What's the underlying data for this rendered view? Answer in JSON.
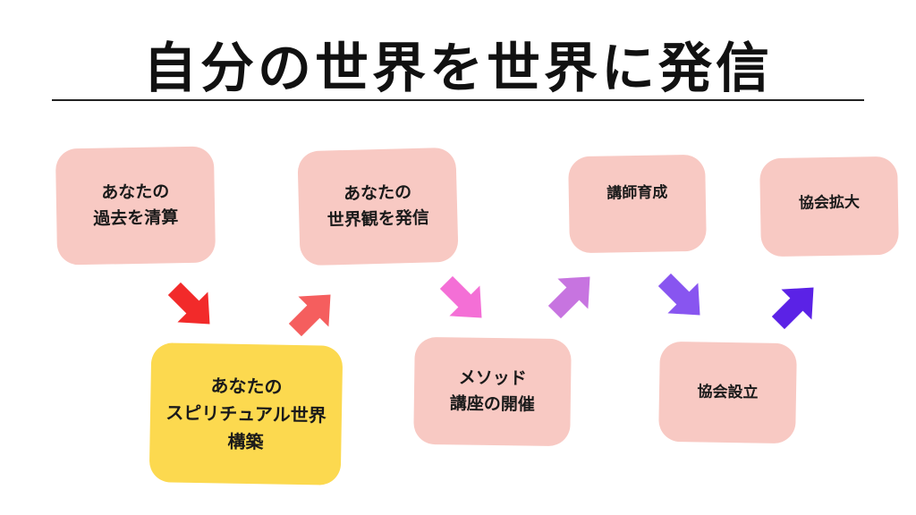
{
  "title": "自分の世界を世界に発信",
  "colors": {
    "box": "#f8c9c3",
    "highlight_box": "#fcd94f",
    "arrow_1": "#f22a2a",
    "arrow_2": "#f55e5e",
    "arrow_3": "#f46fd6",
    "arrow_4": "#c774e0",
    "arrow_5": "#8855f0",
    "arrow_6": "#5b22e6"
  },
  "steps": [
    {
      "label": "あなたの\n過去を清算"
    },
    {
      "label": "あなたの\nスピリチュアル世界\n構築"
    },
    {
      "label": "あなたの\n世界観を発信"
    },
    {
      "label": "メソッド\n講座の開催"
    },
    {
      "label": "講師育成"
    },
    {
      "label": "協会設立"
    },
    {
      "label": "協会拡大"
    }
  ]
}
